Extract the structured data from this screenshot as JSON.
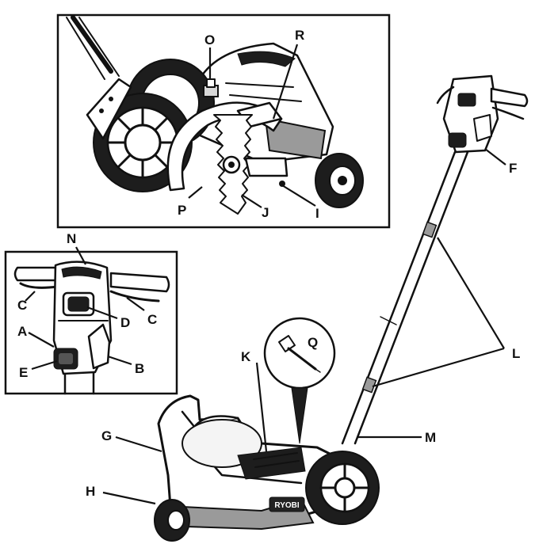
{
  "figure": {
    "callouts": {
      "A": "A",
      "B": "B",
      "C1": "C",
      "C2": "C",
      "D": "D",
      "E": "E",
      "F": "F",
      "G": "G",
      "H": "H",
      "I": "I",
      "J": "J",
      "K": "K",
      "L": "L",
      "M": "M",
      "N": "N",
      "O": "O",
      "P": "P",
      "Q": "Q",
      "R": "R"
    },
    "brand_badge": "RYOBI"
  }
}
